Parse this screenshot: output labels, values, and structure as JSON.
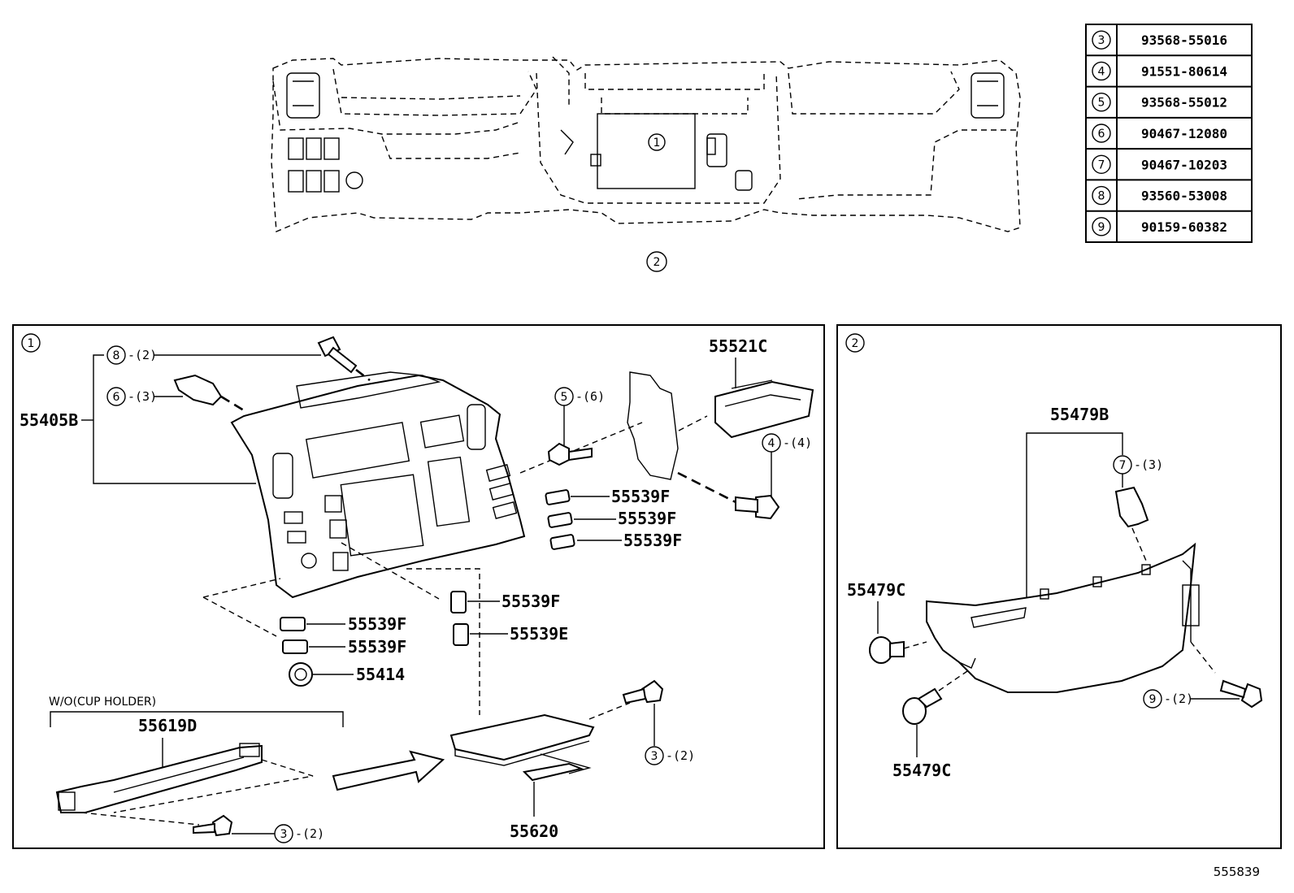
{
  "parts_table": [
    {
      "ref": "3",
      "part_no": "93568-55016"
    },
    {
      "ref": "4",
      "part_no": "91551-80614"
    },
    {
      "ref": "5",
      "part_no": "93568-55012"
    },
    {
      "ref": "6",
      "part_no": "90467-12080"
    },
    {
      "ref": "7",
      "part_no": "90467-10203"
    },
    {
      "ref": "8",
      "part_no": "93560-53008"
    },
    {
      "ref": "9",
      "part_no": "90159-60382"
    }
  ],
  "overview": {
    "detail_1_marker": "1",
    "detail_2_marker": "2"
  },
  "panel_1": {
    "index": "1",
    "labels": {
      "p55405B": "55405B",
      "p55521C": "55521C",
      "p55539F_a": "55539F",
      "p55539F_b": "55539F",
      "p55539F_c": "55539F",
      "p55539F_d": "55539F",
      "p55539F_e": "55539F",
      "p55539F_f": "55539F",
      "p55539E": "55539E",
      "p55414": "55414",
      "p55619D": "55619D",
      "p55620": "55620",
      "wo_cup_holder": "W/O(CUP HOLDER)"
    },
    "callouts": {
      "c8": {
        "ref": "8",
        "qty": "-(2)"
      },
      "c6": {
        "ref": "6",
        "qty": "-(3)"
      },
      "c5": {
        "ref": "5",
        "qty": "-(6)"
      },
      "c4": {
        "ref": "4",
        "qty": "-(4)"
      },
      "c3a": {
        "ref": "3",
        "qty": "-(2)"
      },
      "c3b": {
        "ref": "3",
        "qty": "-(2)"
      }
    }
  },
  "panel_2": {
    "index": "2",
    "labels": {
      "p55479B": "55479B",
      "p55479C_a": "55479C",
      "p55479C_b": "55479C"
    },
    "callouts": {
      "c7": {
        "ref": "7",
        "qty": "-(3)"
      },
      "c9": {
        "ref": "9",
        "qty": "-(2)"
      }
    }
  },
  "diagram_id": "555839"
}
